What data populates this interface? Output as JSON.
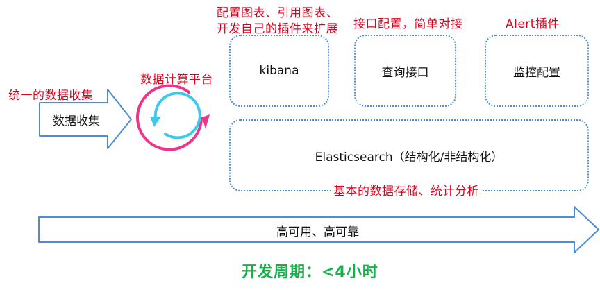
{
  "annotations": {
    "kibana_note_line1": "配置图表、引用图表、",
    "kibana_note_line2": "开发自己的插件来扩展",
    "query_note": "接口配置，简单对接",
    "alert_note": "Alert插件",
    "platform_note": "数据计算平台",
    "collect_note": "统一的数据收集",
    "es_note": "基本的数据存储、统计分析"
  },
  "boxes": {
    "kibana": "kibana",
    "query": "查询接口",
    "monitor": "监控配置",
    "elasticsearch": "Elasticsearch（结构化/非结构化）"
  },
  "arrows": {
    "collect": "数据收集",
    "ha": "高可用、高可靠"
  },
  "footer": "开发周期：<4小时",
  "colors": {
    "annotation": "#e1001c",
    "border": "#4a8dd6",
    "footer": "#17b04a",
    "cycle_cyan": "#3ec8ee",
    "cycle_pink": "#f0348c"
  }
}
